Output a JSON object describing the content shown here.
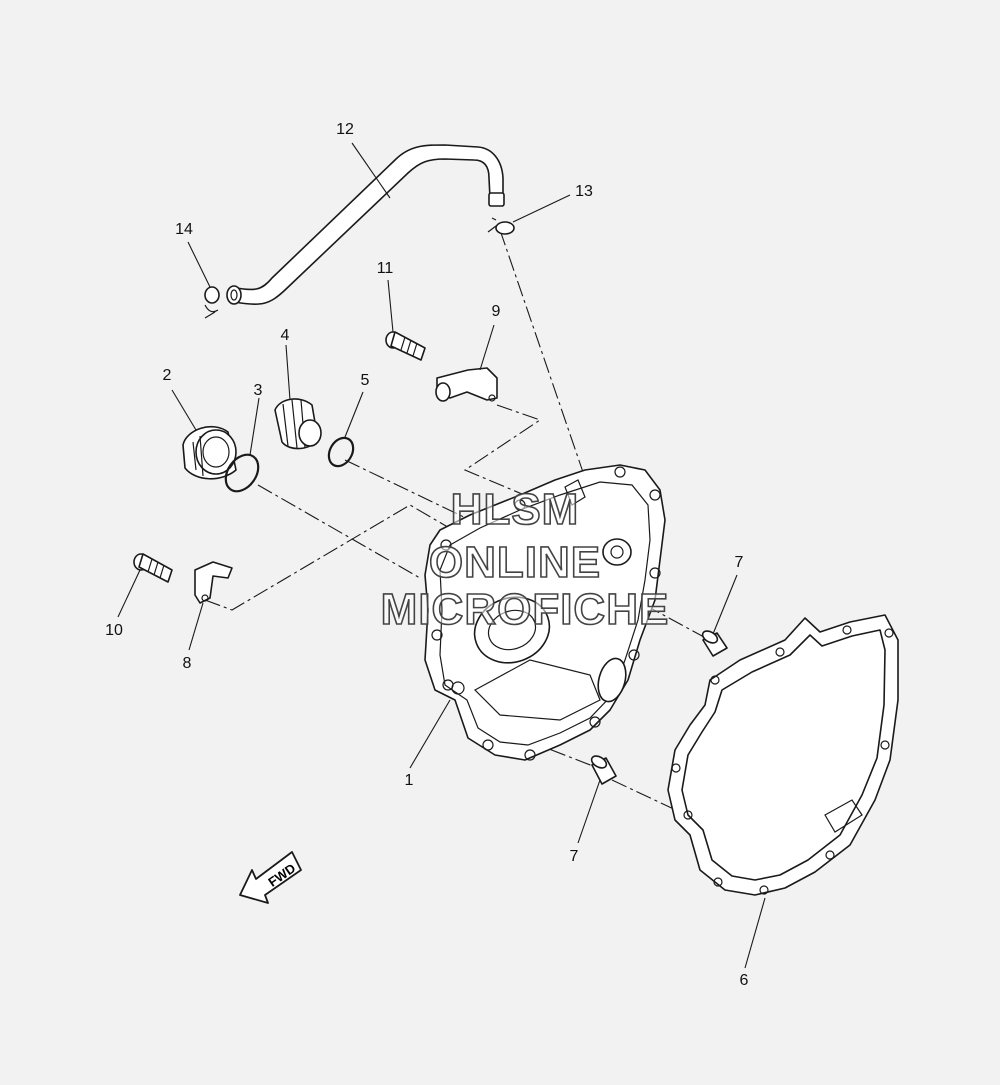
{
  "callouts": {
    "c1": "1",
    "c2": "2",
    "c3": "3",
    "c4": "4",
    "c5": "5",
    "c6": "6",
    "c7a": "7",
    "c7b": "7",
    "c8": "8",
    "c9": "9",
    "c10": "10",
    "c11": "11",
    "c12": "12",
    "c13": "13",
    "c14": "14"
  },
  "fwd_label": "FWD",
  "watermark": {
    "line1": "HLSM",
    "line2": "ONLINE",
    "line3": "MICROFICHE"
  },
  "colors": {
    "background": "#f2f2f2",
    "line": "#1a1a1a",
    "part_fill": "#ffffff"
  }
}
